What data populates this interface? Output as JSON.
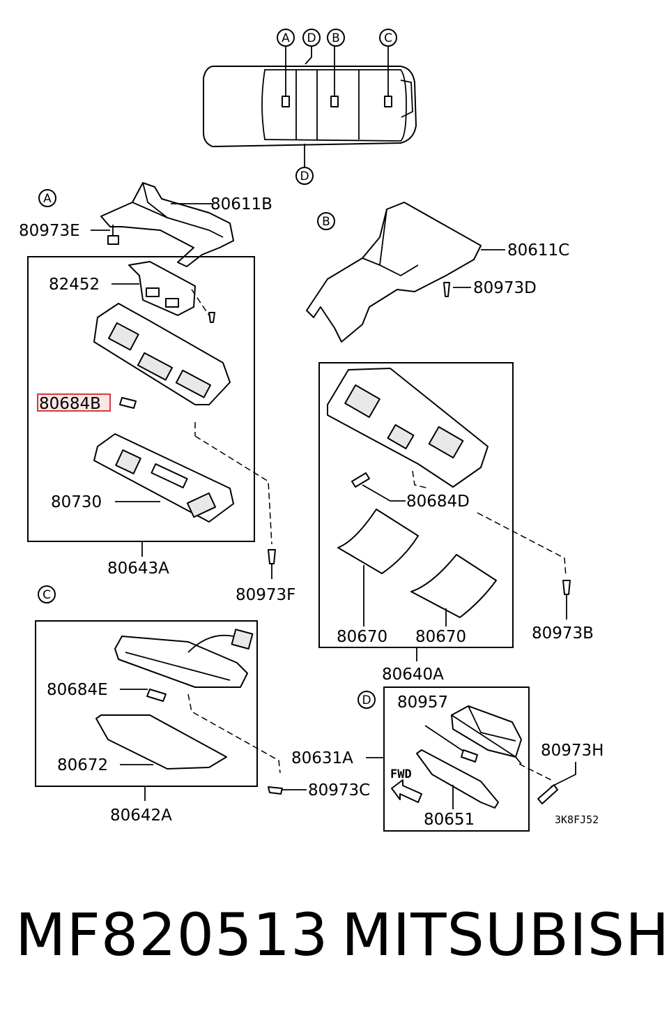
{
  "diagram": {
    "callouts": {
      "top_a": "A",
      "top_d1": "D",
      "top_b": "B",
      "top_c": "C",
      "top_d2": "D",
      "section_a": "A",
      "section_b": "B",
      "section_c": "C",
      "section_d": "D"
    },
    "parts": {
      "p80611B": "80611B",
      "p80973E": "80973E",
      "p82452": "82452",
      "p80684B": "80684B",
      "p80730": "80730",
      "p80643A": "80643A",
      "p80973F": "80973F",
      "p80611C": "80611C",
      "p80973D": "80973D",
      "p80684D": "80684D",
      "p80670a": "80670",
      "p80670b": "80670",
      "p80640A": "80640A",
      "p80973B": "80973B",
      "p80684E": "80684E",
      "p80672": "80672",
      "p80642A": "80642A",
      "p80631A": "80631A",
      "p80973C": "80973C",
      "p80957": "80957",
      "p80973H": "80973H",
      "p80651": "80651"
    },
    "fwd_label": "FWD",
    "drawing_code": "3K8FJ52",
    "highlight_color": "#d23c3c"
  },
  "footer": {
    "part_number": "MF820513",
    "brand": "MITSUBISHI"
  }
}
